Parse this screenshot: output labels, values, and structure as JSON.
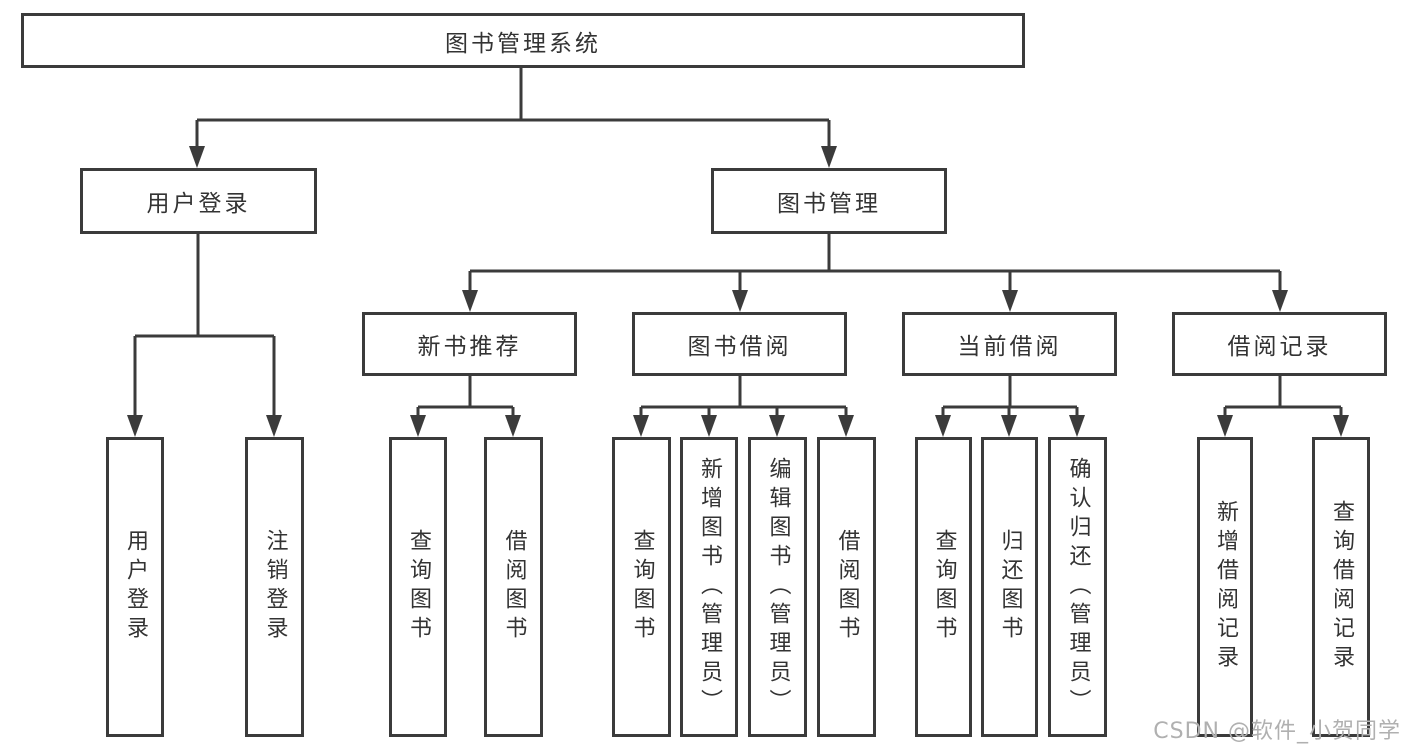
{
  "colors": {
    "line": "#3b3b3b",
    "text": "#333333",
    "watermark": "#b0b0b0",
    "background": "#ffffff"
  },
  "tree": {
    "root": "图书管理系统",
    "level2": [
      "用户登录",
      "图书管理"
    ],
    "level3": [
      "新书推荐",
      "图书借阅",
      "当前借阅",
      "借阅记录"
    ],
    "leaves": {
      "login": [
        "用户登录",
        "注销登录"
      ],
      "newbook": [
        "查询图书",
        "借阅图书"
      ],
      "borrow": [
        "查询图书",
        "新增图书（管理员）",
        "编辑图书（管理员）",
        "借阅图书"
      ],
      "current": [
        "查询图书",
        "归还图书",
        "确认归还（管理员）"
      ],
      "records": [
        "新增借阅记录",
        "查询借阅记录"
      ]
    }
  },
  "watermark": "CSDN @软件_小贺同学"
}
